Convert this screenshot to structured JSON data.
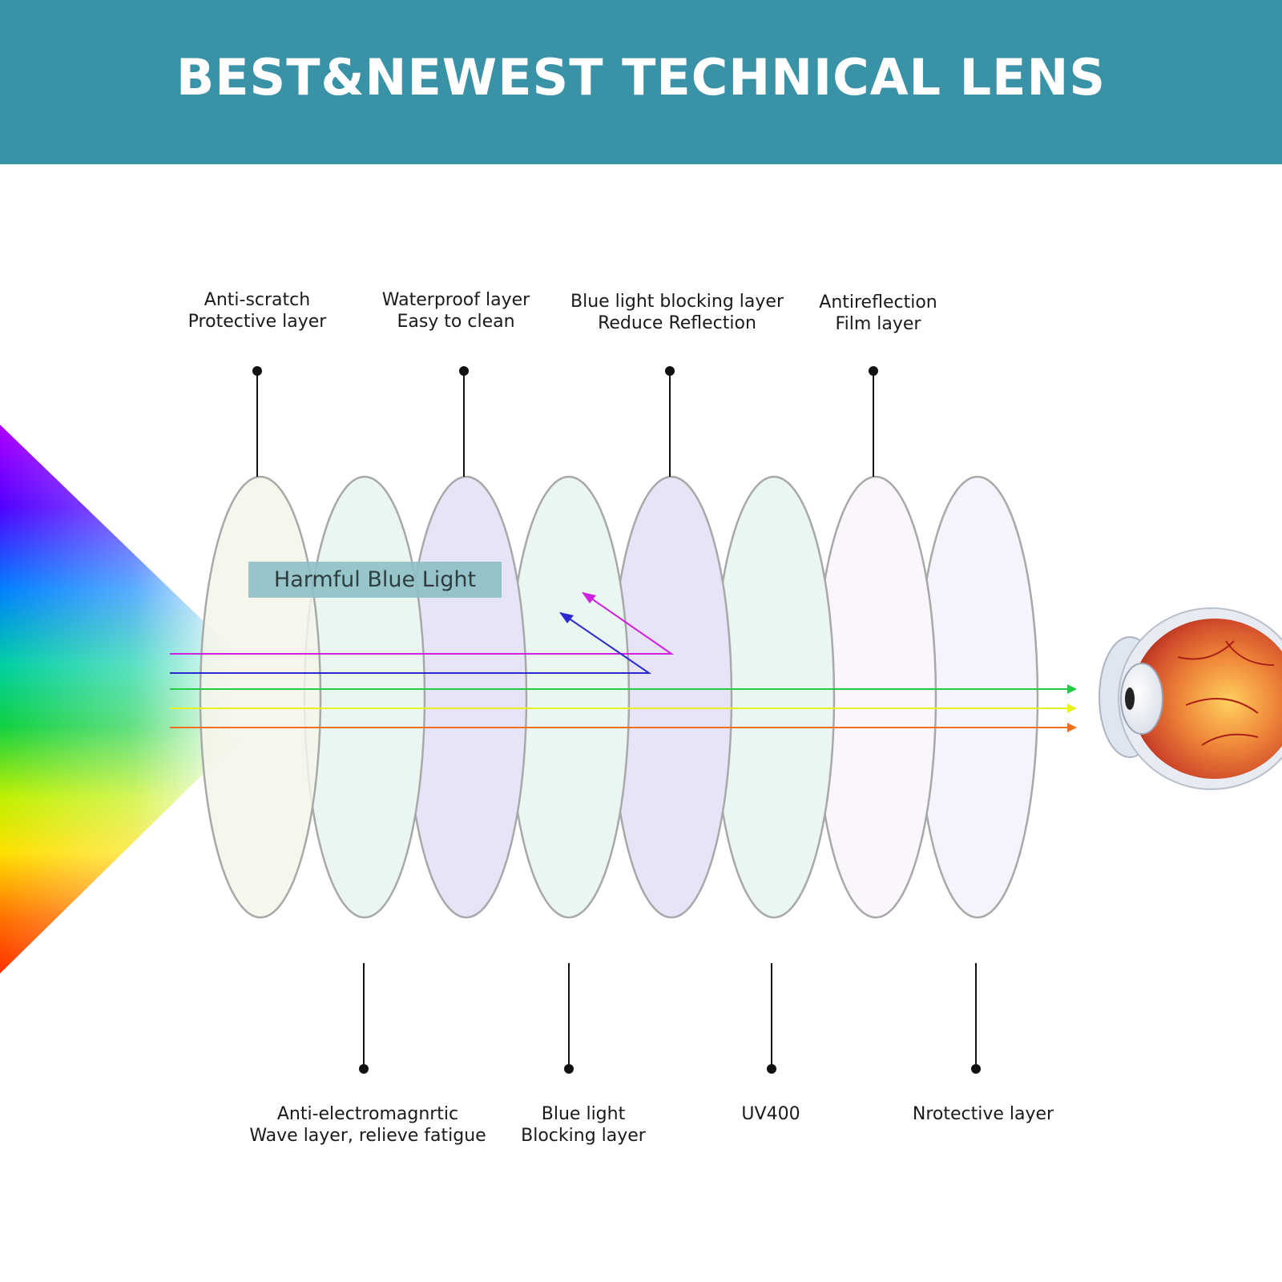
{
  "header": {
    "title": "BEST&NEWEST TECHNICAL LENS"
  },
  "colors": {
    "header_bg": "#3992a5",
    "ray_violet": "#d020e0",
    "ray_blue": "#2a2ad0",
    "ray_green": "#22cc44",
    "ray_yellow": "#e8f020",
    "ray_orange": "#f07020"
  },
  "top_labels": [
    {
      "line1": "Anti-scratch",
      "line2": "Protective layer"
    },
    {
      "line1": "Waterproof layer",
      "line2": "Easy to clean"
    },
    {
      "line1": "Blue light blocking layer",
      "line2": "Reduce Reflection"
    },
    {
      "line1": "Antireflection",
      "line2": "Film layer"
    }
  ],
  "bottom_labels": [
    {
      "line1": "Anti-electromagnrtic",
      "line2": "Wave layer, relieve fatigue"
    },
    {
      "line1": "Blue light",
      "line2": "Blocking layer"
    },
    {
      "line1": "UV400",
      "line2": ""
    },
    {
      "line1": "Nrotective layer",
      "line2": ""
    }
  ],
  "callout": {
    "label": "Harmful Blue Light"
  },
  "icons": {
    "light_source": "spectrum-prism-icon",
    "eye": "human-eye-icon"
  }
}
